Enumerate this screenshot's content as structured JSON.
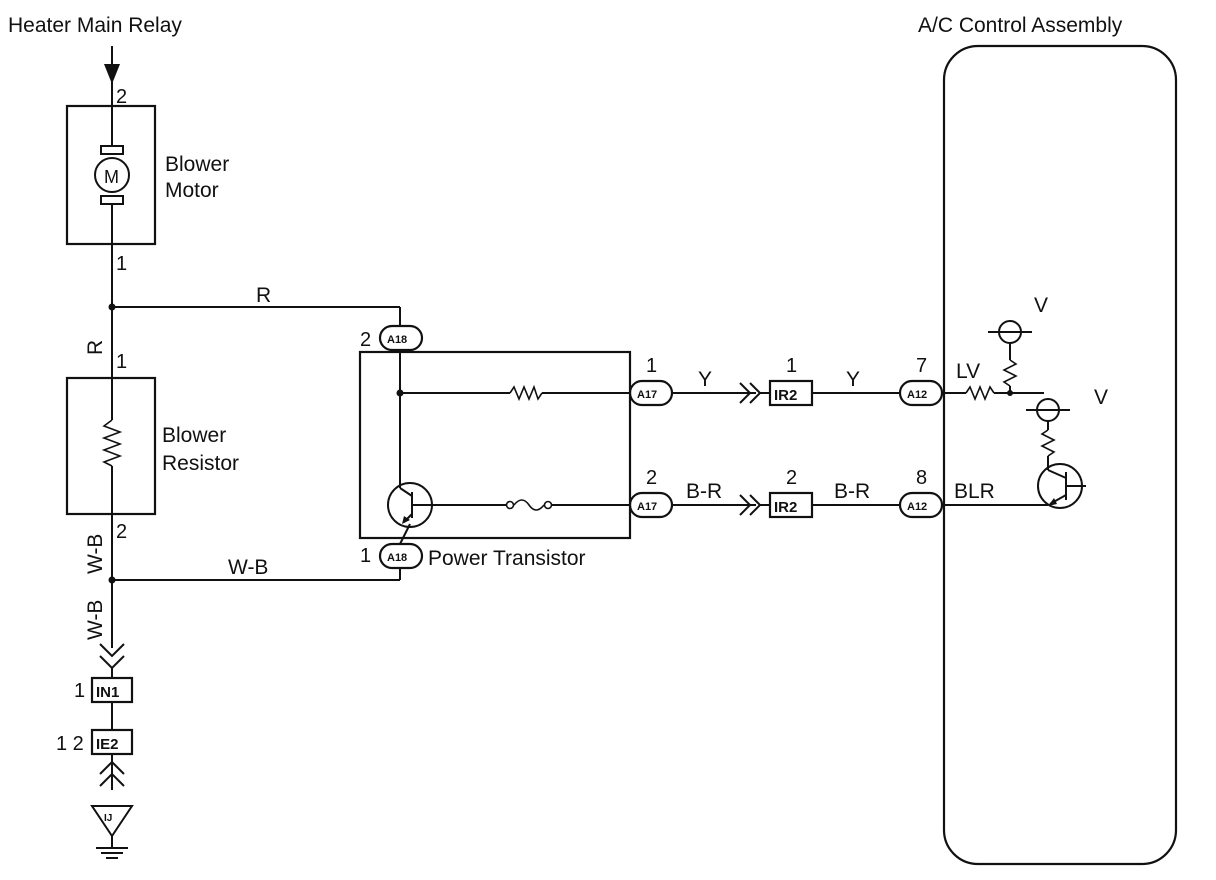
{
  "labels": {
    "heater_main_relay": "Heater Main Relay",
    "ac_control_assembly": "A/C Control Assembly",
    "blower_motor_line1": "Blower",
    "blower_motor_line2": "Motor",
    "blower_resistor_line1": "Blower",
    "blower_resistor_line2": "Resistor",
    "power_transistor": "Power Transistor",
    "motor_symbol": "M"
  },
  "pins": {
    "motor_top": "2",
    "motor_bottom": "1",
    "resistor_top": "1",
    "resistor_bottom": "2",
    "a18_top": "2",
    "a18_bottom": "1",
    "a17_upper": "1",
    "a17_lower": "2",
    "ir2_upper": "1",
    "ir2_lower": "2",
    "a12_upper": "7",
    "a12_lower": "8",
    "in1": "1",
    "ie2": "1 2"
  },
  "connectors": {
    "a18": "A18",
    "a17": "A17",
    "a12": "A12",
    "ir2": "IR2",
    "in1": "IN1",
    "ie2": "IE2",
    "ij": "IJ"
  },
  "wires": {
    "r_horizontal": "R",
    "r_vertical": "R",
    "wb_horizontal": "W-B",
    "wb_vertical_upper": "W-B",
    "wb_vertical_lower": "W-B",
    "y_left": "Y",
    "y_right": "Y",
    "br_left": "B-R",
    "br_right": "B-R"
  },
  "signals": {
    "lv": "LV",
    "blr": "BLR",
    "v_upper": "V",
    "v_lower": "V"
  }
}
